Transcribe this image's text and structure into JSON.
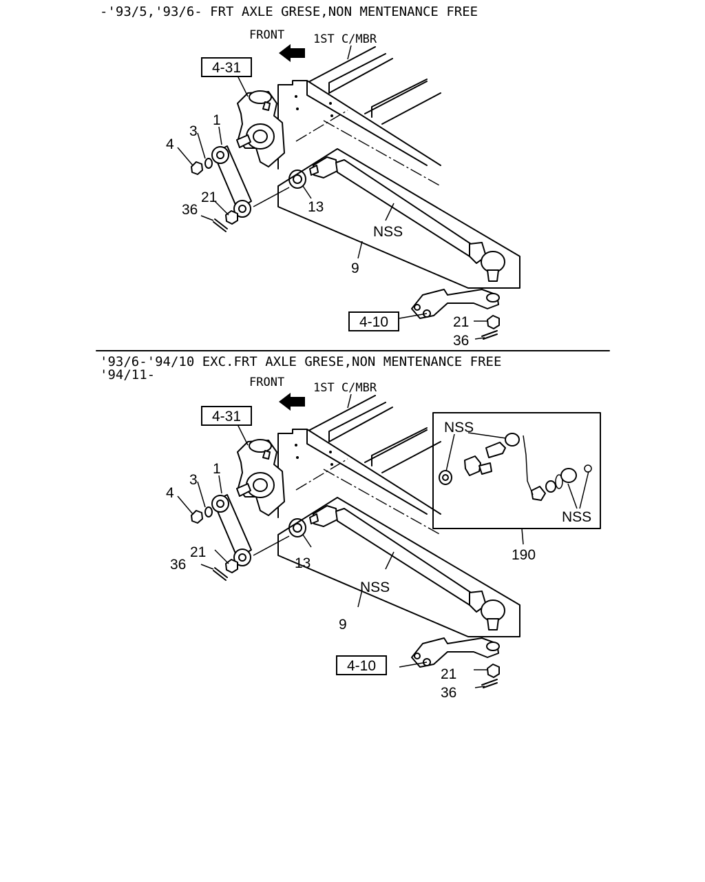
{
  "sections": [
    {
      "heading_lines": [
        "-'93/5,'93/6- FRT AXLE GRESE,NON MENTENANCE FREE"
      ],
      "front_label": "FRONT",
      "member_label": "1ST C/MBR",
      "refs": {
        "steering_gear": "4-31",
        "knuckle_arm": "4-10"
      },
      "parts": {
        "drag_link_arm": "1",
        "washer": "3",
        "nut": "4",
        "nut_front": "21",
        "cotter_pin_front": "36",
        "bushing": "13",
        "nss_tube": "NSS",
        "drag_link_assy": "9",
        "nut_rear": "21",
        "cotter_pin_rear": "36"
      }
    },
    {
      "heading_lines": [
        "'93/6-'94/10 EXC.FRT AXLE GRESE,NON MENTENANCE FREE",
        "'94/11-"
      ],
      "front_label": "FRONT",
      "member_label": "1ST C/MBR",
      "refs": {
        "steering_gear": "4-31",
        "knuckle_arm": "4-10"
      },
      "parts": {
        "drag_link_arm": "1",
        "washer": "3",
        "nut": "4",
        "nut_front": "21",
        "cotter_pin_front": "36",
        "bushing": "13",
        "nss_tube": "NSS",
        "drag_link_assy": "9",
        "nut_rear": "21",
        "cotter_pin_rear": "36"
      },
      "detail": {
        "label_top": "NSS",
        "label_bottom": "NSS",
        "kit_number": "190"
      }
    }
  ]
}
